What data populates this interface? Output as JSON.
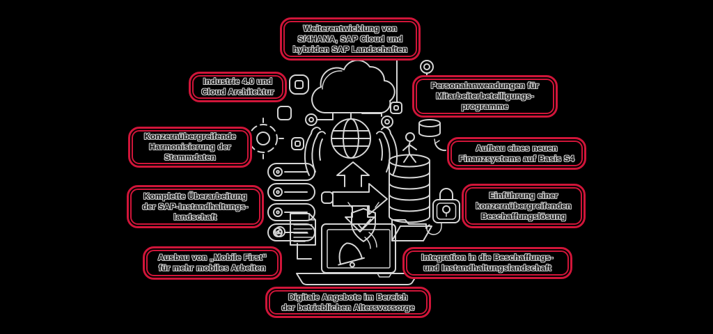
{
  "colors": {
    "background": "#000000",
    "box_border_red": "#d01539",
    "line_art": "#d6d6d6",
    "label_fill": "#101010",
    "label_outline": "#c9c9c9"
  },
  "boxes": [
    {
      "id": "weiterentwicklung",
      "label": "Weiterentwicklung von\nS/4HANA, SAP Cloud und\nhybriden SAP Landschaften"
    },
    {
      "id": "industrie40",
      "label": "Industrie 4.0 und\nCloud Architektur"
    },
    {
      "id": "personal",
      "label": "Personalanwendungen für\nMitarbeiterbeteiligungs-\nprogramme"
    },
    {
      "id": "harmonisierung",
      "label": "Konzernübergreifende\nHarmonisierung der\nStammdaten"
    },
    {
      "id": "finanzsystem",
      "label": "Aufbau eines neuen\nFinanzsystems auf Basis S4"
    },
    {
      "id": "instandhaltung",
      "label": "Komplette Überarbeitung\nder SAP-Instandhaltungs-\nlandschaft"
    },
    {
      "id": "beschaffung",
      "label": "Einführung einer\nkonzernübergreifenden\nBeschaffungslösung"
    },
    {
      "id": "mobilefirst",
      "label": "Ausbau von „Mobile First“\nfür mehr mobiles Arbeiten"
    },
    {
      "id": "integration",
      "label": "Integration in die Beschaffungs-\nund Instandhaltungslandschaft"
    },
    {
      "id": "altersvorsorge",
      "label": "Digitale Angebote im Bereich\nder betrieblichen Altersvorsorge"
    }
  ],
  "icons": {
    "center": [
      "cloud-icon",
      "globe-icon",
      "hands-icon",
      "gear-icon",
      "server-rack-icon",
      "document-icon",
      "sync-arrows-icon",
      "shield-check-icon",
      "laptop-icon",
      "notification-bell-icon",
      "folder-icon",
      "padlock-icon",
      "coin-stack-icon",
      "person-icon",
      "money-cylinder-icon",
      "curved-arrow-icon",
      "circuit-nodes-icon"
    ]
  }
}
